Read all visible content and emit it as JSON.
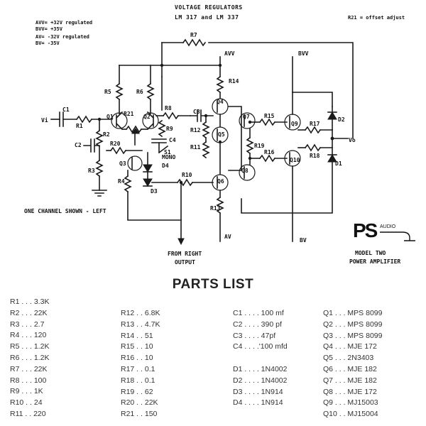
{
  "header": {
    "title_line1": "VOLTAGE REGULATORS",
    "title_line2": "LM 317  and  LM 337",
    "offset_note": "R21 = offset adjust"
  },
  "supply_notes": [
    "AVV= +32V regulated",
    "BVV= +35V",
    "AV= -32V regulated",
    "BV= -35V"
  ],
  "labels": {
    "vi": "Vi",
    "vo": "Vo",
    "avv": "AVV",
    "bvv": "BVV",
    "av": "AV",
    "bv": "BV",
    "mono": "MONO",
    "one_channel": "ONE CHANNEL SHOWN - LEFT",
    "from_right_1": "FROM RIGHT",
    "from_right_2": "OUTPUT"
  },
  "components": {
    "c1": "C1",
    "c2": "C2",
    "c3": "C3",
    "c4": "C4",
    "r1": "R1",
    "r2": "R2",
    "r3": "R3",
    "r4": "R4",
    "r5": "R5",
    "r6": "R6",
    "r7": "R7",
    "r8": "R8",
    "r9": "R9",
    "r10": "R10",
    "r11": "R11",
    "r12": "R12",
    "r13": "R13",
    "r14": "R14",
    "r15": "R15",
    "r16": "R16",
    "r17": "R17",
    "r18": "R18",
    "r19": "R19",
    "r20": "R20",
    "r21": "R21",
    "q1": "Q1",
    "q2": "Q2",
    "q3": "Q3",
    "q4": "Q4",
    "q5": "Q5",
    "q6": "Q6",
    "q7": "Q7",
    "q8": "Q8",
    "q9": "Q9",
    "q10": "Q10",
    "d1": "D1",
    "d2": "D2",
    "d3": "D3",
    "d4": "D4",
    "s1": "S1"
  },
  "logo": {
    "brand": "PS",
    "audio": "AUDIO",
    "model": "MODEL TWO",
    "subtitle": "POWER AMPLIFIER"
  },
  "parts_list": {
    "title": "PARTS LIST",
    "resistors_a": [
      "R1 . . . 3.3K",
      "R2 . . . 22K",
      "R3 . . . 2.7",
      "R4 . . . 120",
      "R5 . . . 1.2K",
      "R6 . . . 1.2K",
      "R7 . . . 22K",
      "R8 . . . 100",
      "R9 . . . 1K",
      "R10 . . 24",
      "R11 . . 220"
    ],
    "resistors_b": [
      "R12 . . 6.8K",
      "R13 . . 4.7K",
      "R14 . . 51",
      "R15 . . 10",
      "R16 . . 10",
      "R17 . . 0.1",
      "R18 . . 0.1",
      "R19 . . 62",
      "R20 . . 22K",
      "R21 . . 150"
    ],
    "capacitors": [
      "C1 . . . . 100 mf",
      "C2 . . . . 390 pf",
      "C3 . . . . 47pf",
      "C4 . . . .'100 mfd"
    ],
    "diodes": [
      "D1 . . . . 1N4002",
      "D2 . . . . 1N4002",
      "D3 . . . . 1N914",
      "D4 . . . . 1N914"
    ],
    "transistors": [
      "Q1 . . . MPS 8099",
      "Q2 . . . MPS 8099",
      "Q3 . . . MPS 8099",
      "Q4 . . . MJE 172",
      "Q5 . . . 2N3403",
      "Q6 . . . MJE 182",
      "Q7 . . . MJE 182",
      "Q8 . . . MJE 172",
      "Q9 . . . MJ15003",
      "Q10 . . MJ15004"
    ]
  }
}
